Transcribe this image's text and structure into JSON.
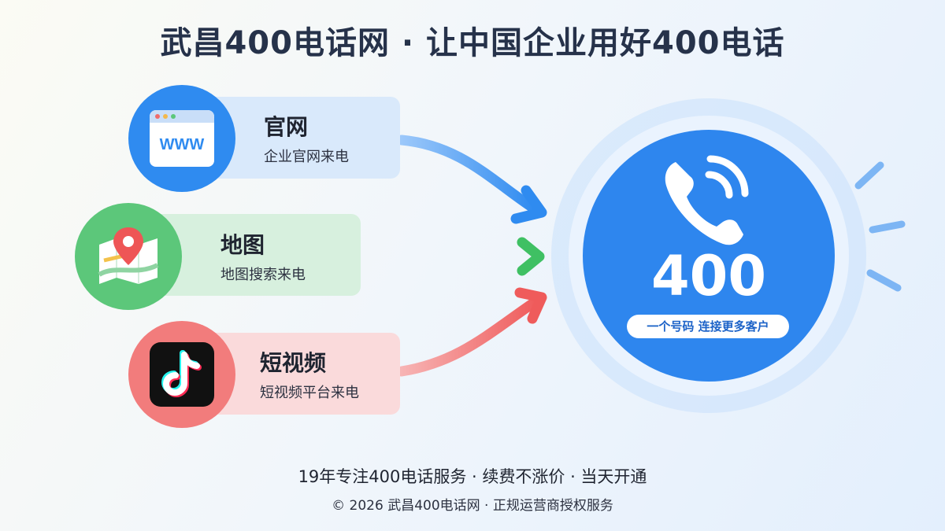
{
  "header": {
    "title": "武昌400电话网 · 让中国企业用好400电话"
  },
  "sources": [
    {
      "title": "官网",
      "subtitle": "企业官网来电",
      "icon": "browser-www-icon",
      "icon_text": "WWW",
      "color": "#2f8bf0"
    },
    {
      "title": "地图",
      "subtitle": "地图搜索来电",
      "icon": "map-pin-icon",
      "color": "#5cc77a"
    },
    {
      "title": "短视频",
      "subtitle": "短视频平台来电",
      "icon": "tiktok-icon",
      "color": "#f27c7c"
    }
  ],
  "hub": {
    "number": "400",
    "pill": "一个号码 连接更多客户",
    "icon": "phone-ringing-icon",
    "color": "#2e86ee"
  },
  "footer": {
    "tagline": "19年专注400电话服务 · 续费不涨价 · 当天开通",
    "copyright": "© 2026 武昌400电话网 · 正规运营商授权服务"
  }
}
